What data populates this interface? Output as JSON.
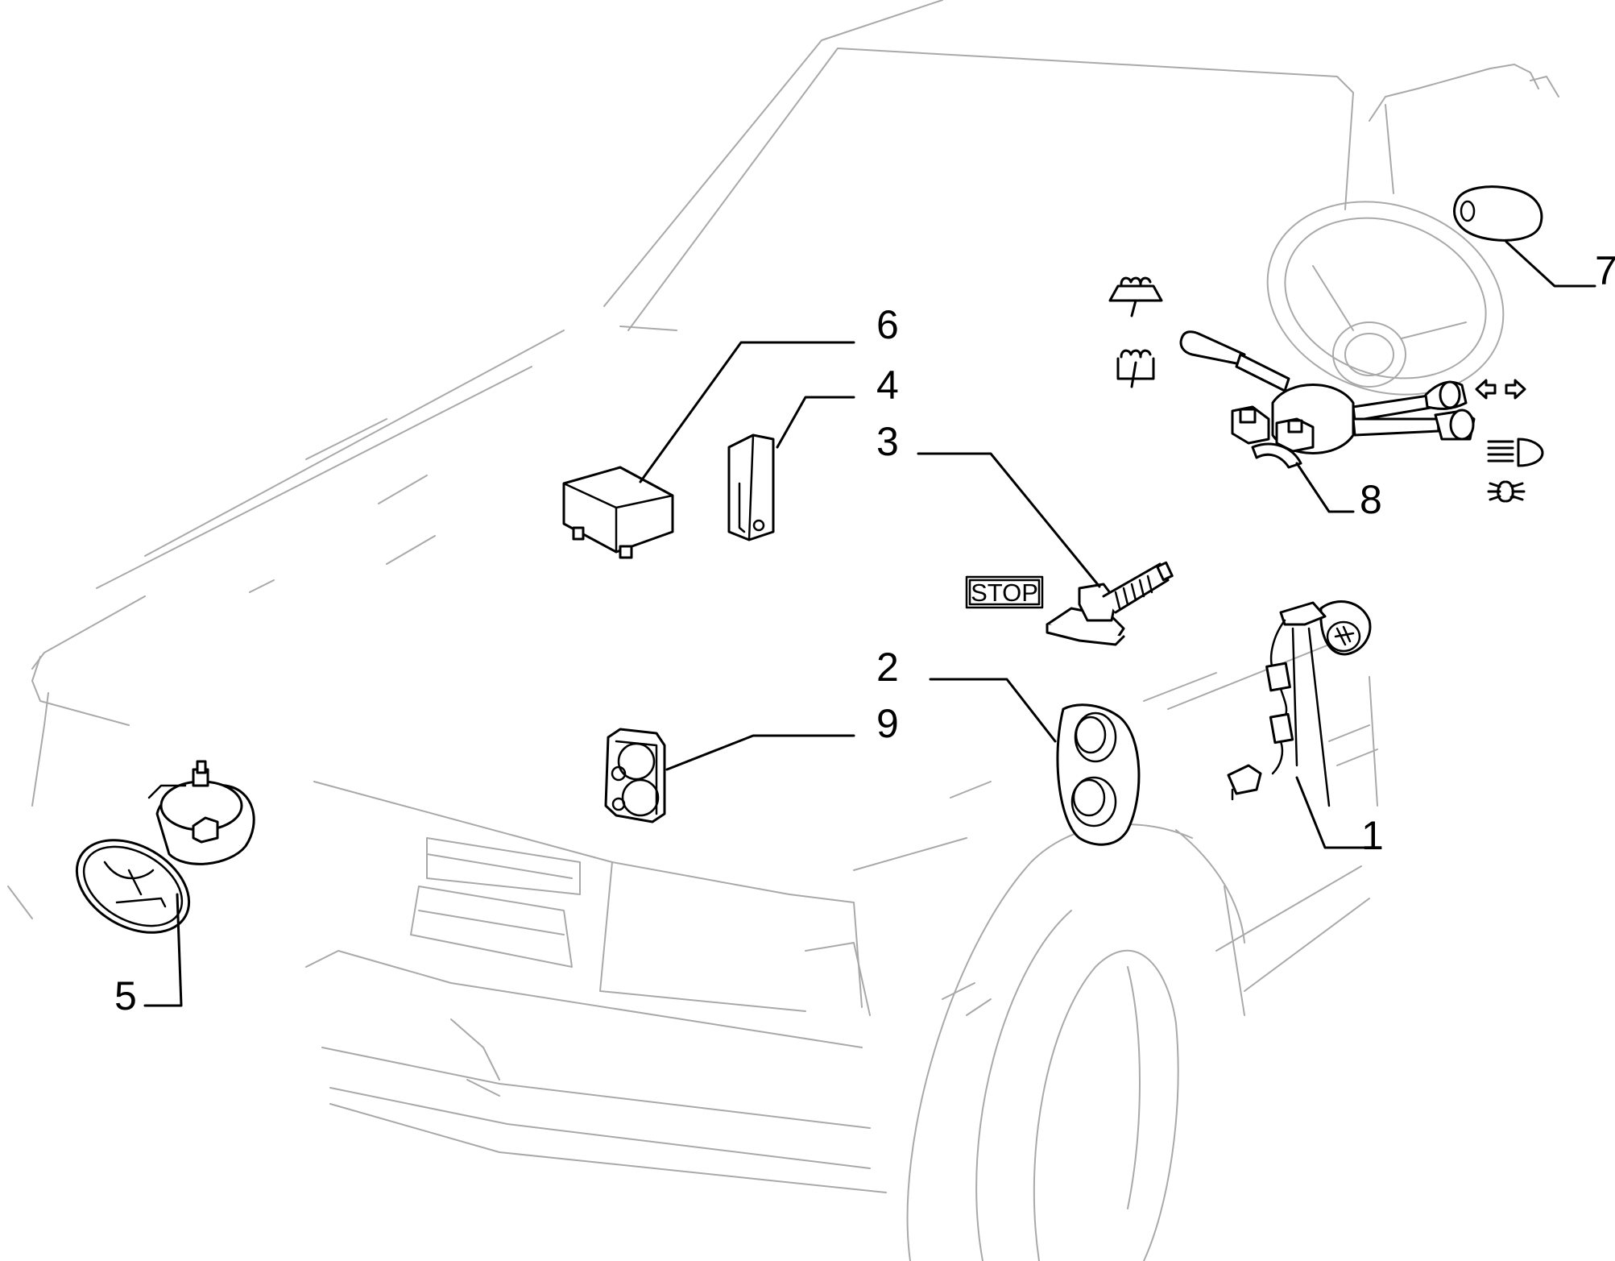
{
  "diagram": {
    "callouts": [
      "1",
      "2",
      "3",
      "4",
      "5",
      "6",
      "7",
      "8",
      "9"
    ],
    "stop_label": "STOP",
    "colors": {
      "outline": "#a9a9a9",
      "parts": "#000000",
      "background": "#ffffff"
    },
    "icons": [
      "wiper-icon",
      "washer-icon",
      "turn-signal-arrows-icon",
      "high-beam-icon",
      "fog-light-icon"
    ]
  }
}
